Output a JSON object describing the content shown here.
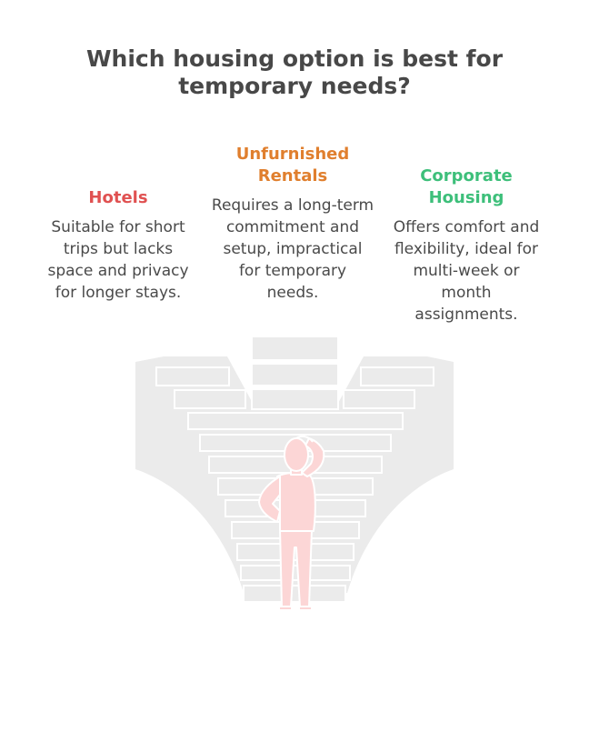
{
  "title": "Which housing option is best for temporary needs?",
  "colors": {
    "hotels": "#e05151",
    "unfurnished": "#e07f2e",
    "corporate": "#3dbf7a",
    "stairs": "#ebebeb",
    "person": "#fcd6d6",
    "text": "#4a4a4a"
  },
  "options": [
    {
      "heading": "Hotels",
      "description": "Suitable for short trips but lacks space and privacy for longer stays."
    },
    {
      "heading": "Unfurnished Rentals",
      "description": "Requires a long-term commitment and setup, impractical for temporary needs."
    },
    {
      "heading": "Corporate Housing",
      "description": "Offers comfort and flexibility, ideal for multi-week or month assignments."
    }
  ],
  "illustration": {
    "subject": "person-scratching-head",
    "scene": "three-way-staircase"
  }
}
